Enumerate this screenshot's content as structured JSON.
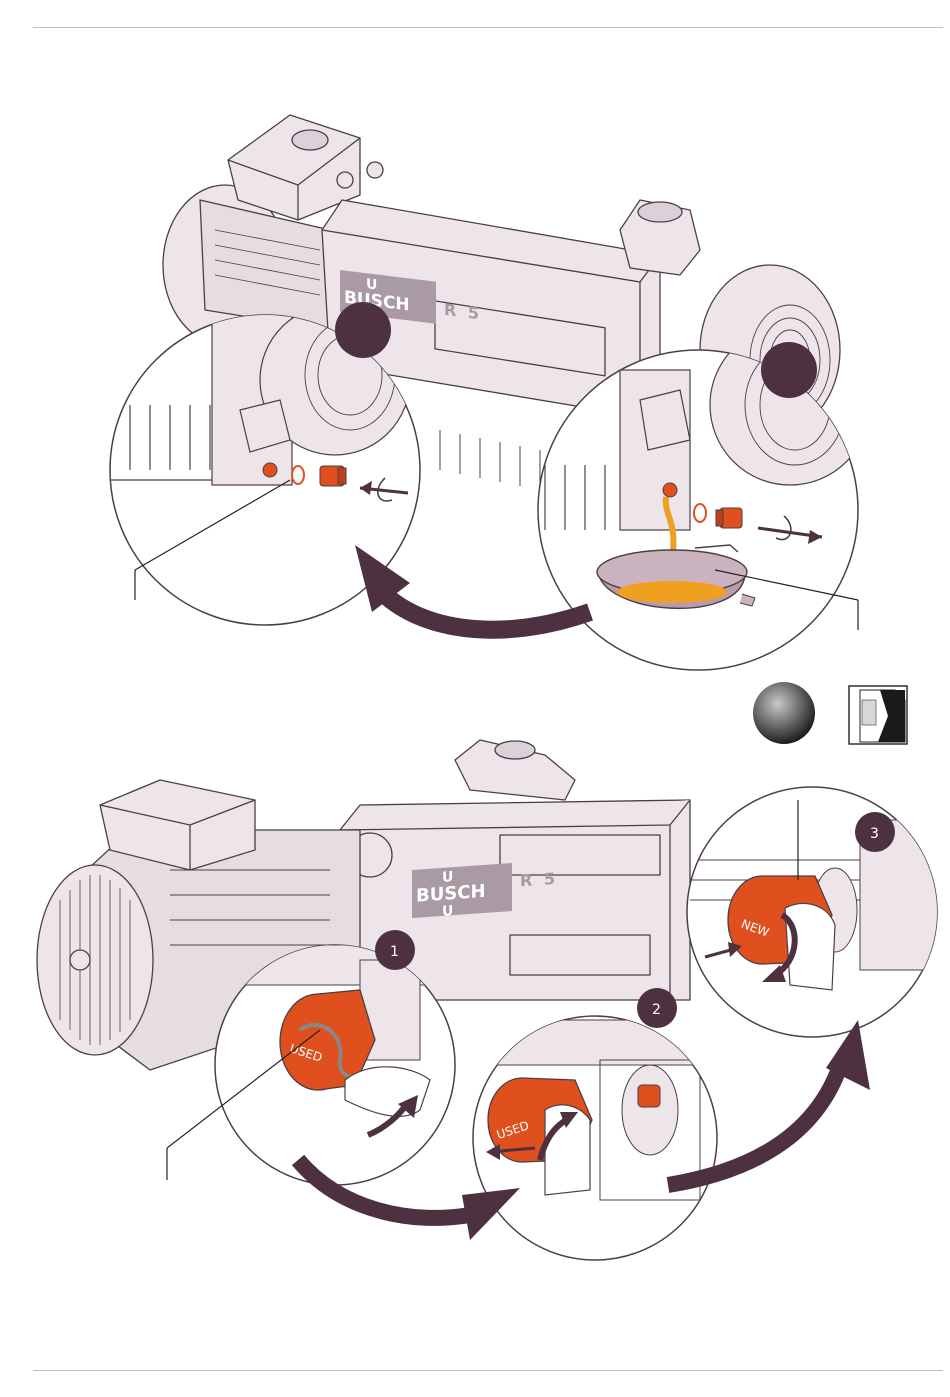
{
  "brand": {
    "mark_top": "U",
    "name": "BUSCH",
    "mark_bottom": "U",
    "model": "R 5"
  },
  "filter_labels": {
    "used": "USED",
    "new": "NEW"
  },
  "steps": [
    {
      "number": "1"
    },
    {
      "number": "2"
    },
    {
      "number": "3"
    }
  ],
  "icons": [
    "oil-drop-icon",
    "manual-book-icon"
  ],
  "colors": {
    "housing": "#ede5ea",
    "outline": "#4a3f45",
    "accent_plum": "#4d3140",
    "part_orange": "#e0501e",
    "oil": "#f0a020",
    "basin": "#b99aab"
  }
}
